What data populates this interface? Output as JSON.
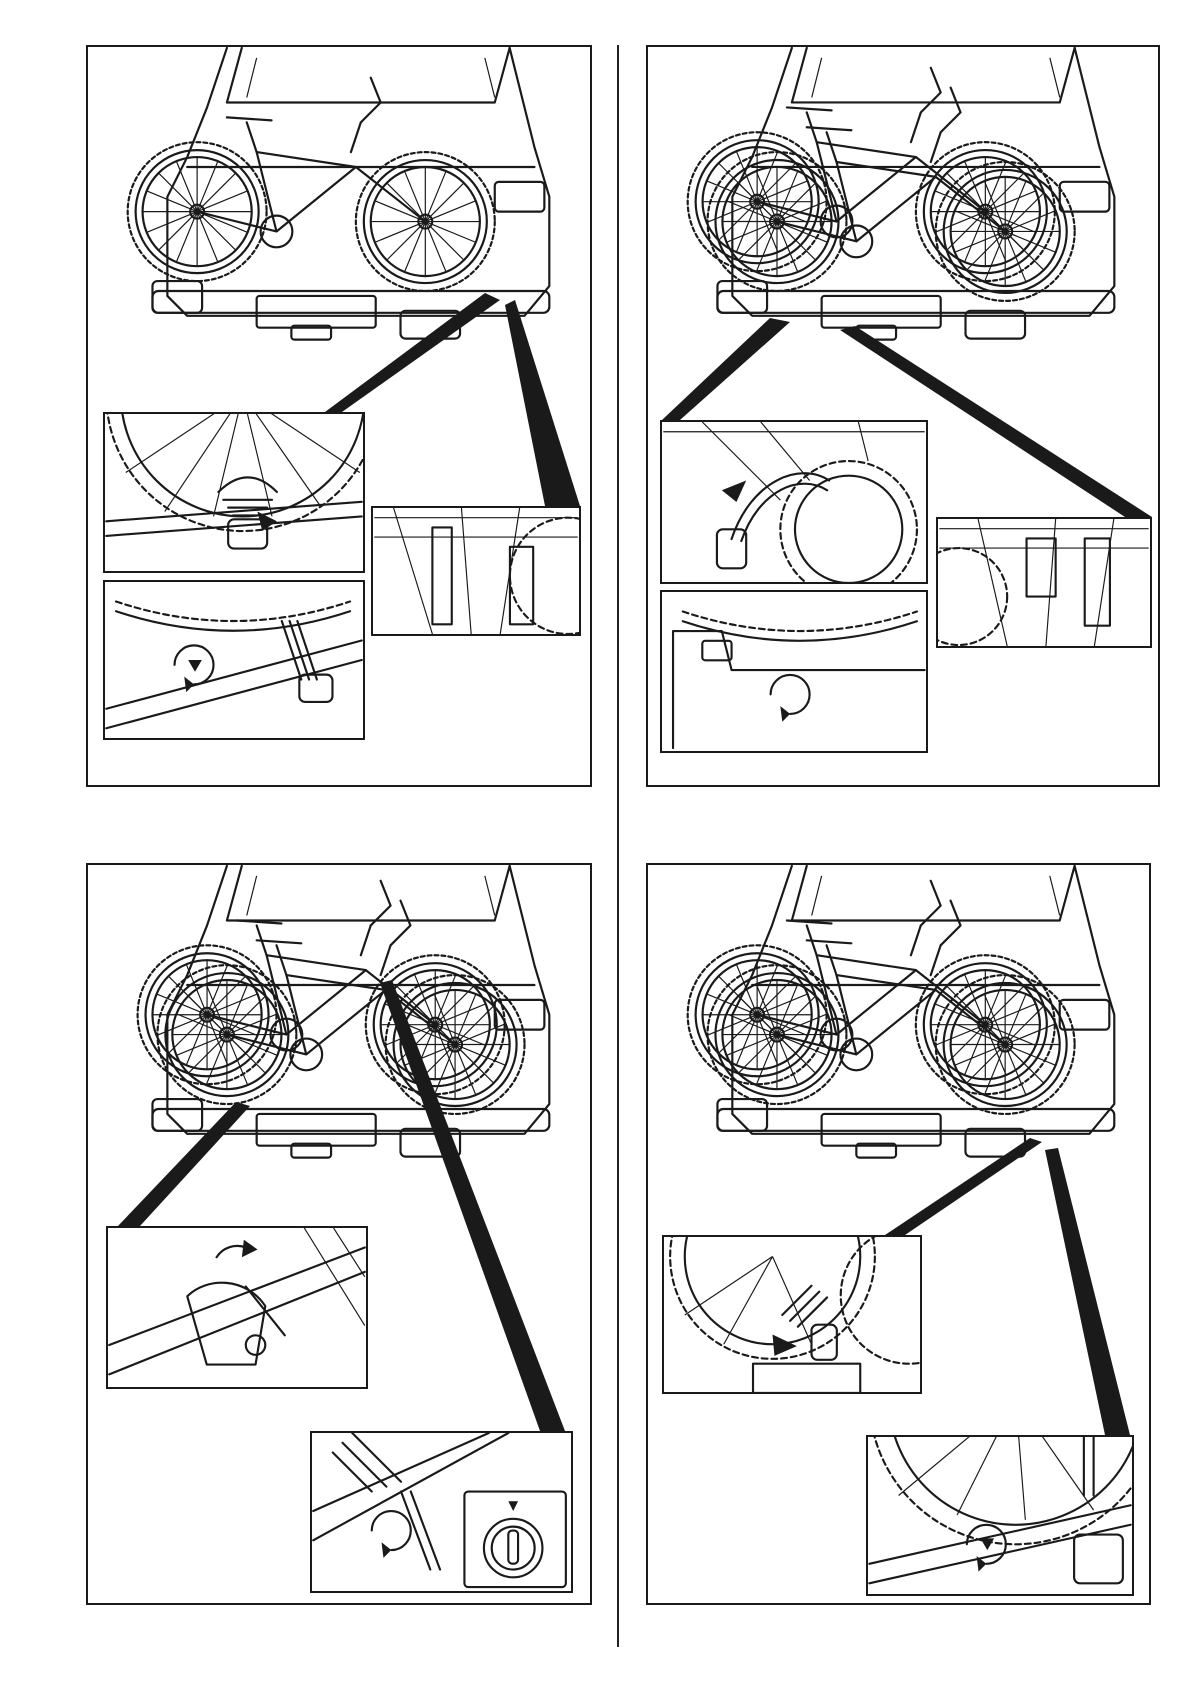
{
  "page": {
    "steps": [
      {
        "id": "step-1"
      },
      {
        "id": "step-2"
      },
      {
        "id": "step-3"
      },
      {
        "id": "step-4"
      }
    ]
  },
  "colors": {
    "ink": "#1a1a1a",
    "paper": "#ffffff"
  },
  "icons": [
    "car-rear",
    "bicycle",
    "carrier-rack",
    "wheel-strap",
    "rotate-arrow",
    "lock-knob",
    "frame-clamp",
    "zoom-callout"
  ]
}
